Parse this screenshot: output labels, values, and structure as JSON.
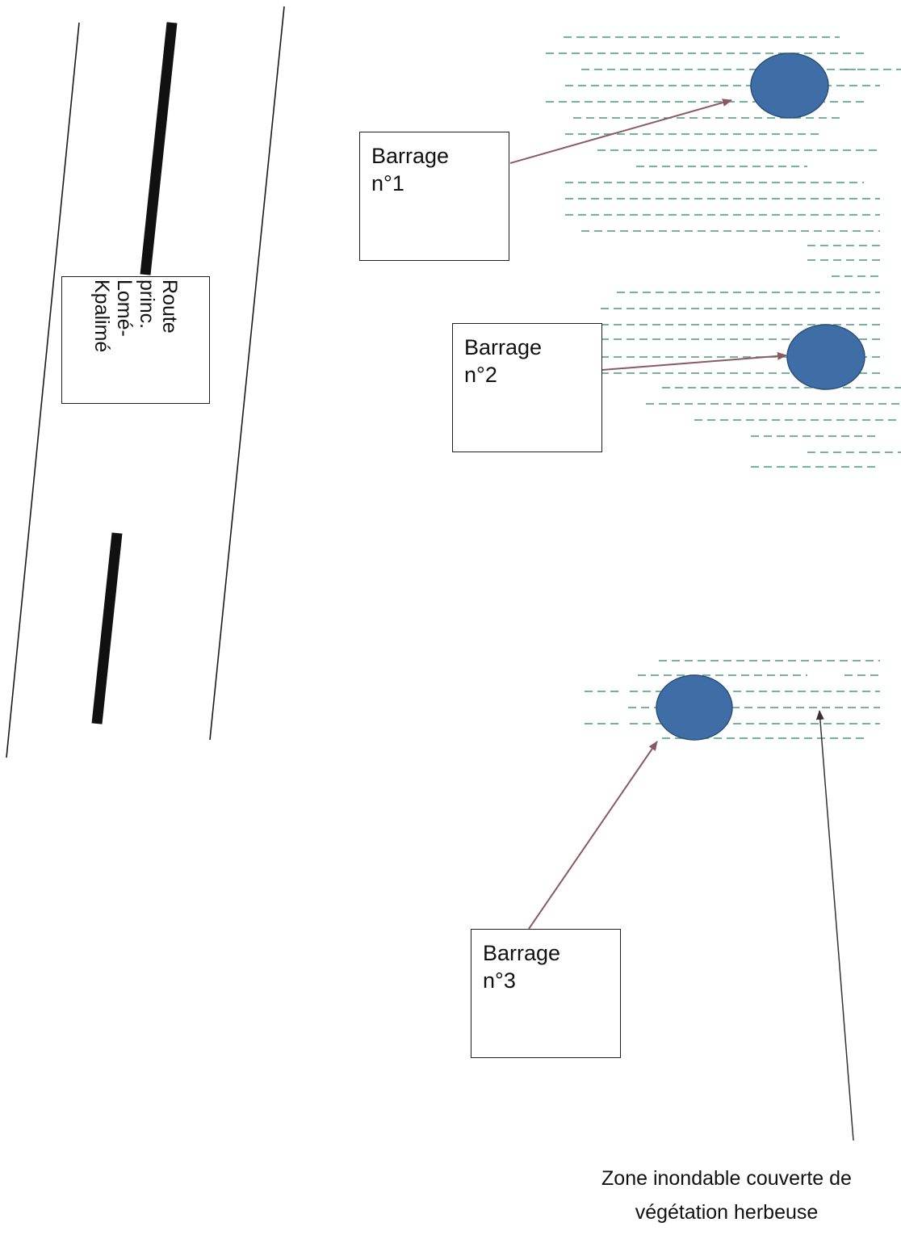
{
  "route_label": [
    "Route",
    "princ.",
    "Lomé-",
    "Kpalimé"
  ],
  "dams": [
    {
      "label_line1": "Barrage",
      "label_line2": "n°1"
    },
    {
      "label_line1": "Barrage",
      "label_line2": "n°2"
    },
    {
      "label_line1": "Barrage",
      "label_line2": "n°3"
    }
  ],
  "zone_caption": [
    "Zone inondable couverte de",
    "végétation herbeuse"
  ],
  "colors": {
    "dam_fill": "#3f6ea6",
    "dam_stroke": "#2b4f7c",
    "water_dash": "#4a9a7a",
    "arrow": "#8a5a62",
    "road_line": "#1a1a1a",
    "centerline": "#111111"
  },
  "icons": [
    "dam-reservoir-icon",
    "floodplain-hatch-icon",
    "arrow-icon"
  ]
}
